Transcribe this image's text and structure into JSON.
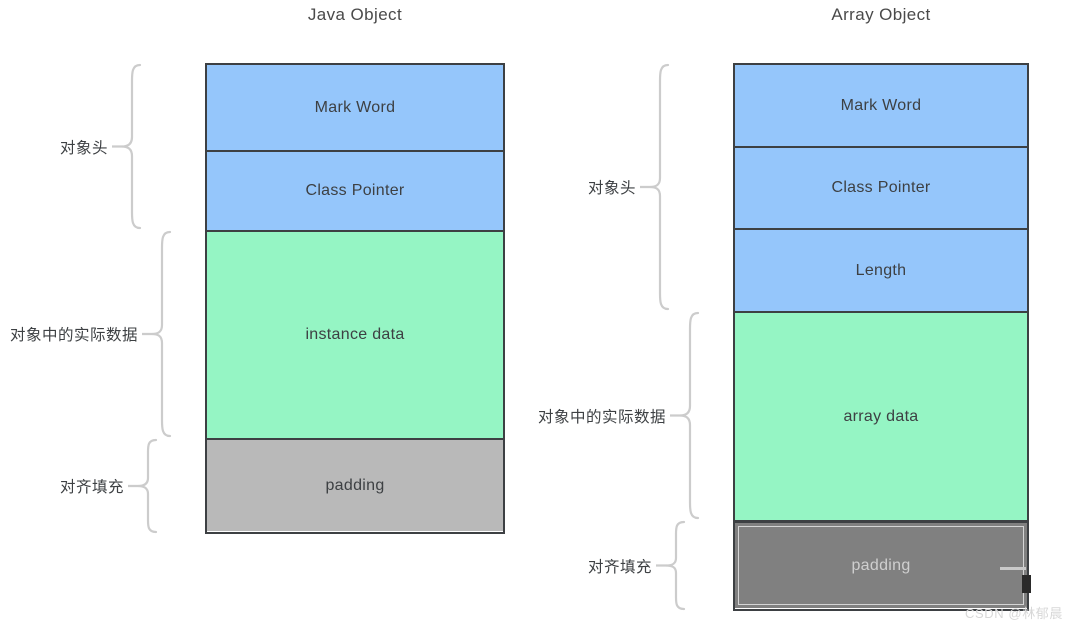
{
  "diagrams": [
    {
      "id": "java-object",
      "title": "Java Object",
      "blocks": [
        {
          "label": "Mark Word",
          "fill": "blue",
          "color": "#95c6fb"
        },
        {
          "label": "Class Pointer",
          "fill": "blue",
          "color": "#95c6fb"
        },
        {
          "label": "instance data",
          "fill": "green",
          "color": "#95f5c4"
        },
        {
          "label": "padding",
          "fill": "gray",
          "color": "#b9b9b9"
        }
      ],
      "groups": [
        {
          "caption": "对象头"
        },
        {
          "caption": "对象中的实际数据"
        },
        {
          "caption": "对齐填充"
        }
      ]
    },
    {
      "id": "array-object",
      "title": "Array Object",
      "blocks": [
        {
          "label": "Mark Word",
          "fill": "blue",
          "color": "#95c6fb"
        },
        {
          "label": "Class Pointer",
          "fill": "blue",
          "color": "#95c6fb"
        },
        {
          "label": "Length",
          "fill": "blue",
          "color": "#95c6fb"
        },
        {
          "label": "array data",
          "fill": "green",
          "color": "#95f5c4"
        },
        {
          "label": "padding",
          "fill": "gray-selected",
          "color": "#808080"
        }
      ],
      "groups": [
        {
          "caption": "对象头"
        },
        {
          "caption": "对象中的实际数据"
        },
        {
          "caption": "对齐填充"
        }
      ]
    }
  ],
  "watermark": "CSDN @林郁晨",
  "colors": {
    "header_blue": "#95c6fb",
    "data_green": "#95f5c4",
    "padding_gray": "#b9b9b9",
    "padding_gray_selected": "#808080",
    "outline": "#3d4043",
    "brace": "#cccccc",
    "background": "#ffffff"
  }
}
